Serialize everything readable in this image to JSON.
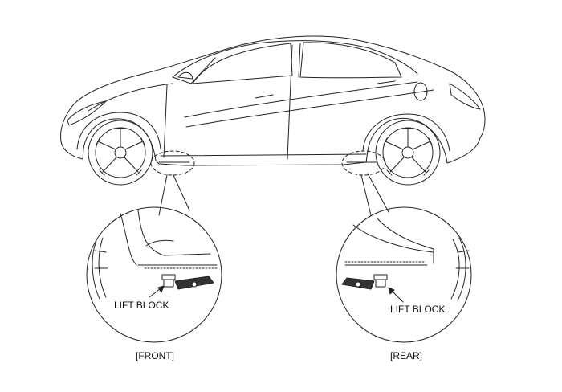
{
  "labels": {
    "lift_block_front": "LIFT BLOCK",
    "lift_block_rear": "LIFT BLOCK",
    "front": "[FRONT]",
    "rear": "[REAR]"
  },
  "colors": {
    "line": "#222222",
    "background": "#ffffff",
    "fill_dark": "#333333"
  }
}
